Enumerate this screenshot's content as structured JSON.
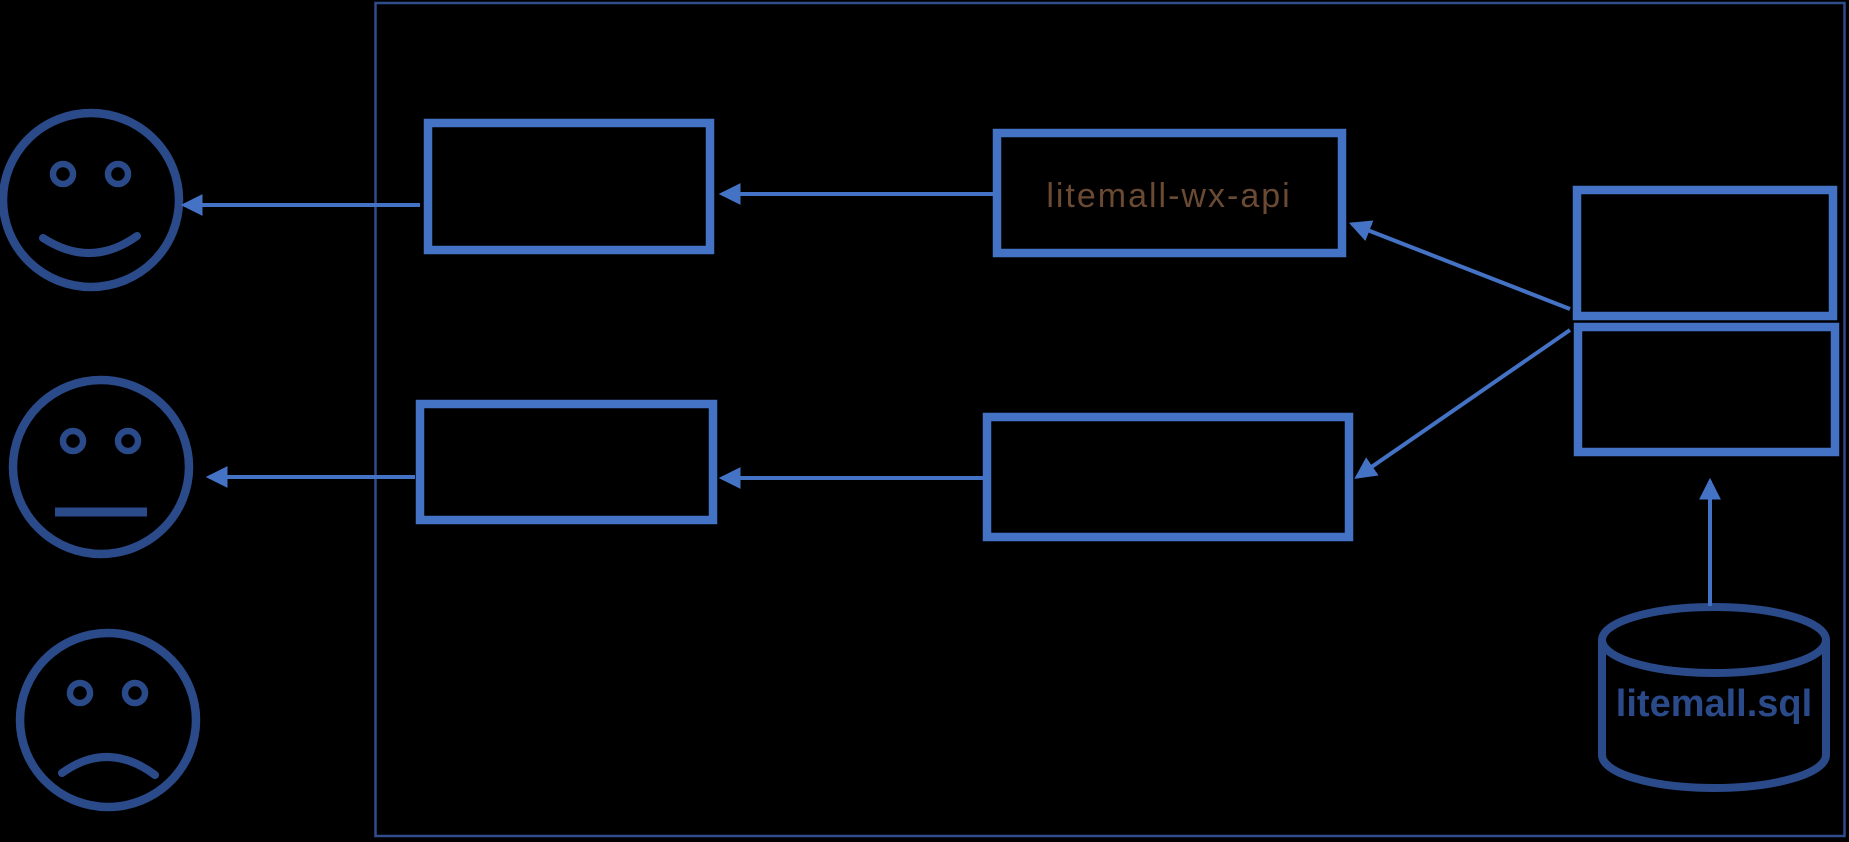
{
  "diagram": {
    "background_color": "#000000",
    "colors": {
      "accent_blue": "#4472C4",
      "dark_navy": "#2B4A8A",
      "boundary_blue": "#2F4C8C",
      "wx_api_text_color": "#6B4A33"
    },
    "boundary": {
      "description": "system boundary rectangle"
    },
    "actors": [
      {
        "id": "happy-face",
        "mood": "happy"
      },
      {
        "id": "neutral-face",
        "mood": "neutral"
      },
      {
        "id": "sad-face",
        "mood": "sad"
      }
    ],
    "nodes": {
      "wx_client_box": {
        "label": ""
      },
      "admin_client_box": {
        "label": ""
      },
      "wx_api": {
        "label": "litemall-wx-api"
      },
      "admin_api_box": {
        "label": ""
      },
      "service_upper_box": {
        "label": ""
      },
      "service_lower_box": {
        "label": ""
      },
      "database": {
        "label": "litemall.sql"
      }
    },
    "arrows": [
      {
        "id": "wx-api-to-wx-client",
        "direction": "left"
      },
      {
        "id": "wx-client-to-happy-face",
        "direction": "left"
      },
      {
        "id": "admin-api-to-admin-client",
        "direction": "left"
      },
      {
        "id": "admin-client-to-neutral-face",
        "direction": "left"
      },
      {
        "id": "service-to-wx-api",
        "direction": "up-left"
      },
      {
        "id": "service-to-admin-api",
        "direction": "down-left"
      },
      {
        "id": "database-to-service",
        "direction": "up"
      }
    ]
  }
}
